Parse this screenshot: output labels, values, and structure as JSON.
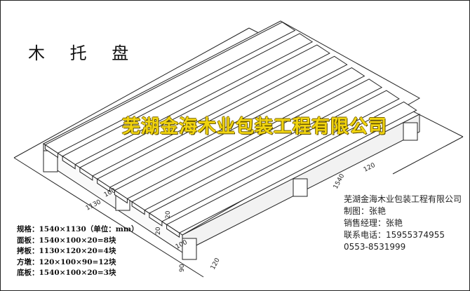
{
  "title": "木 托 盘",
  "banner": "芜湖金海木业包装工程有限公司",
  "contact": {
    "company": "芜湖金海木业包装工程有限公司",
    "drawn_by": "制图：张艳",
    "manager": "销售经理：张艳",
    "phone": "联系电话：15955374955",
    "tel": "0553-8531999"
  },
  "specs": {
    "size": "规格：1540×1130（单位：mm）",
    "top_board": "面板：1540×100×20=8块",
    "cross_board": "拷板：1130×120×20=4块",
    "block": "方墩：120×100×90=12块",
    "bottom_board": "底板：1540×100×20=3块"
  },
  "dimensions": {
    "length": "1540",
    "width": "1130",
    "board_width": "100",
    "cross_width": "120",
    "thickness_1": "20",
    "thickness_2": "20",
    "block_height": "90",
    "block_width": "100",
    "block_depth": "120"
  }
}
